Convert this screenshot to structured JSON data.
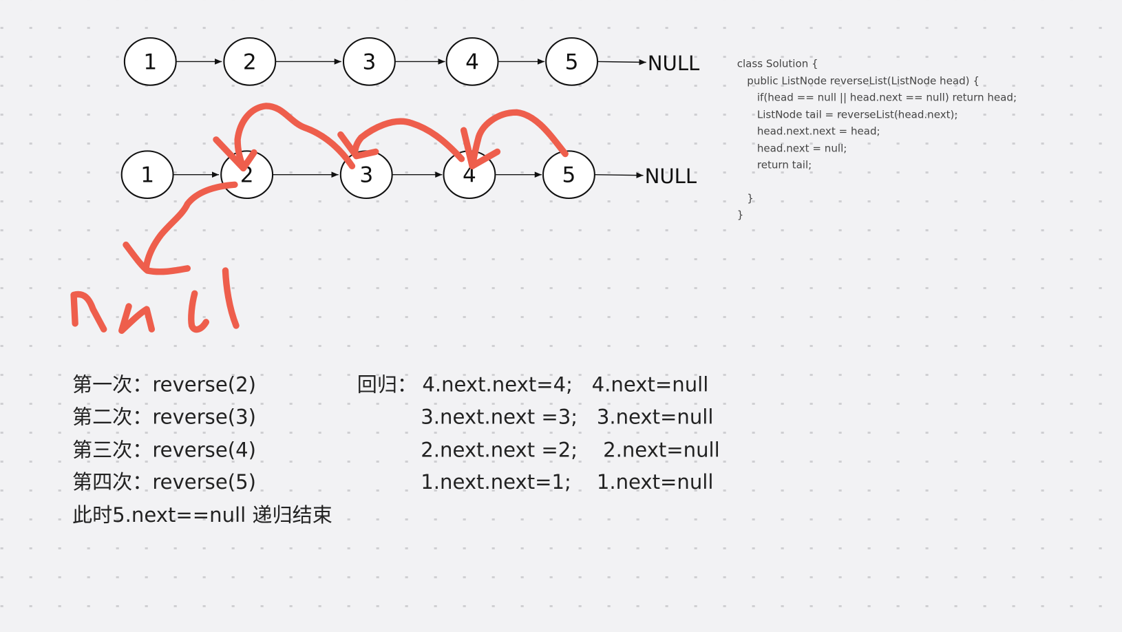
{
  "row1": {
    "nodes": [
      "1",
      "2",
      "3",
      "4",
      "5"
    ],
    "terminator": "NULL"
  },
  "row2": {
    "nodes": [
      "1",
      "2",
      "3",
      "4",
      "5"
    ],
    "terminator": "NULL"
  },
  "handwritten_label": "null",
  "ink_color": "#ee5e4c",
  "code": [
    "class Solution {",
    "public ListNode reverseList(ListNode head) {",
    "if(head == null || head.next == null) return head;",
    "ListNode tail = reverseList(head.next);",
    "head.next.next = head;",
    "head.next = null;",
    "return tail;",
    "}",
    "}"
  ],
  "calls": [
    "第一次：reverse(2)",
    "第二次：reverse(3)",
    "第三次：reverse(4)",
    "第四次：reverse(5)",
    "此时5.next==null 递归结束"
  ],
  "returns_label": "回归：",
  "returns": [
    "4.next.next=4;   4.next=null",
    "3.next.next =3;   3.next=null",
    "2.next.next =2;    2.next=null",
    "1.next.next=1;    1.next=null"
  ]
}
